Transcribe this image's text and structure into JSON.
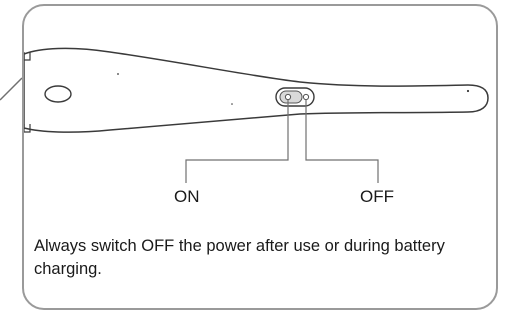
{
  "labels": {
    "on": "ON",
    "off": "OFF"
  },
  "caption": "Always switch OFF the power after use or during battery charging.",
  "colors": {
    "frame": "#9a9a9a",
    "outline": "#3a3a3a",
    "leader": "#707070",
    "switch_fill": "#d9d9d9"
  }
}
